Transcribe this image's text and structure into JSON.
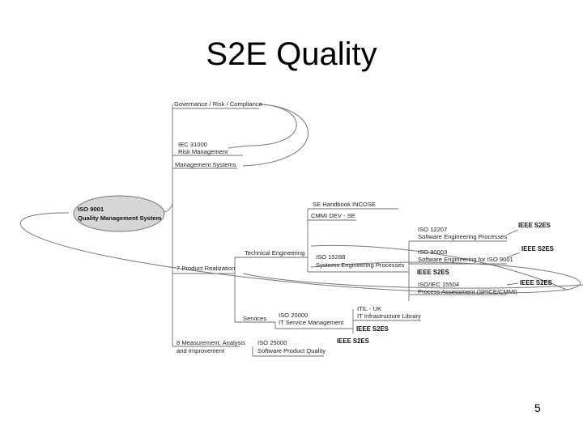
{
  "slide": {
    "title": "S2E Quality",
    "page_number": "5"
  },
  "mindmap": {
    "root": {
      "line1": "ISO 9001",
      "line2": "Quality Management System"
    },
    "nodes": {
      "governance": "Governance / Risk / Compliance",
      "iec_line1": "IEC 31000",
      "iec_line2": "Risk Management",
      "mgmt_systems": "Management Systems",
      "engineering": "Technical Engineering",
      "handbook": "SE Handbook INCOSE",
      "cmmi": "CMMI DEV - SE",
      "iso12207_line1": "ISO 12207",
      "iso12207_line2": "Software Engineering Processes",
      "iso15288_line1": "ISO 15288",
      "iso15288_line2": "Systems Engineering Processes",
      "iso90003_line1": "ISO 90003",
      "iso90003_line2": "Software Engineering for ISO 9001",
      "iso15504_line1": "ISO/IEC 15504",
      "iso15504_line2": "Process Assessment (SPICE/CMMI)",
      "product_realization": "7 Product Realization",
      "services": "Services",
      "iso20000_line1": "ISO 20000",
      "iso20000_line2": "IT Service Management",
      "itil_line1": "ITIL - UK",
      "itil_line2": "IT Infrastructure Library",
      "measurement_line1": "8 Measurement, Analysis",
      "measurement_line2": "and Improvement",
      "iso25000_line1": "ISO 25000",
      "iso25000_line2": "Software Product Quality"
    },
    "badges": {
      "s2es_a": "IEEE S2ES",
      "s2es_b": "IEEE S2ES",
      "s2es_c": "IEEE S2ES",
      "s2es_d": "IEEE S2ES",
      "s2es_e": "IEEE S2ES",
      "s2es_f": "IEEE S2ES"
    }
  }
}
